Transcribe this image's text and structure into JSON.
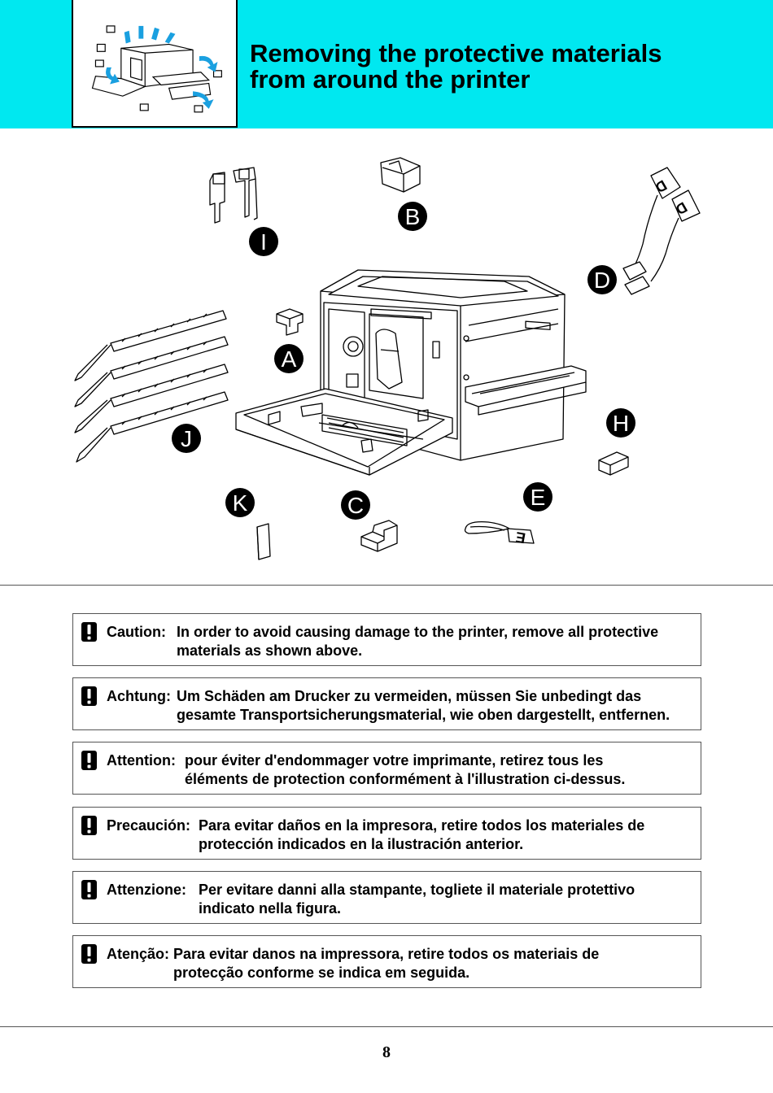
{
  "header": {
    "title_line1": "Removing the protective materials",
    "title_line2": "from around the printer"
  },
  "figure": {
    "callouts": [
      "I",
      "B",
      "D",
      "A",
      "J",
      "H",
      "K",
      "C",
      "E"
    ],
    "tag_letters": {
      "D": "D",
      "E": "E"
    }
  },
  "notices": [
    {
      "label": "Caution:",
      "text": "In order to avoid causing damage to the printer, remove all protective\nmaterials as shown above."
    },
    {
      "label": "Achtung:",
      "text": "Um Schäden am Drucker zu vermeiden, müssen Sie unbedingt das\ngesamte Transportsicherungsmaterial, wie oben dargestellt, entfernen."
    },
    {
      "label": "Attention:",
      "text": "pour éviter d'endommager votre imprimante, retirez tous les\n éléments de protection conformément à l'illustration ci-dessus."
    },
    {
      "label": "Precaución:",
      "text": "Para evitar daños en la impresora, retire todos los materiales de\nprotección indicados en la ilustración anterior."
    },
    {
      "label": "Attenzione:",
      "text": "Per evitare danni alla stampante, togliete il materiale protettivo\nindicato nella figura."
    },
    {
      "label": "Atenção:",
      "text": "Para evitar danos na impressora, retire todos os materiais de\nprotecção conforme se indica em seguida."
    }
  ],
  "footer": {
    "page_number": "8"
  },
  "colors": {
    "header_band": "#00e8f0",
    "accent_arrows": "#1aa0e0"
  },
  "icons": {
    "notice": "caution-exclamation-icon"
  }
}
